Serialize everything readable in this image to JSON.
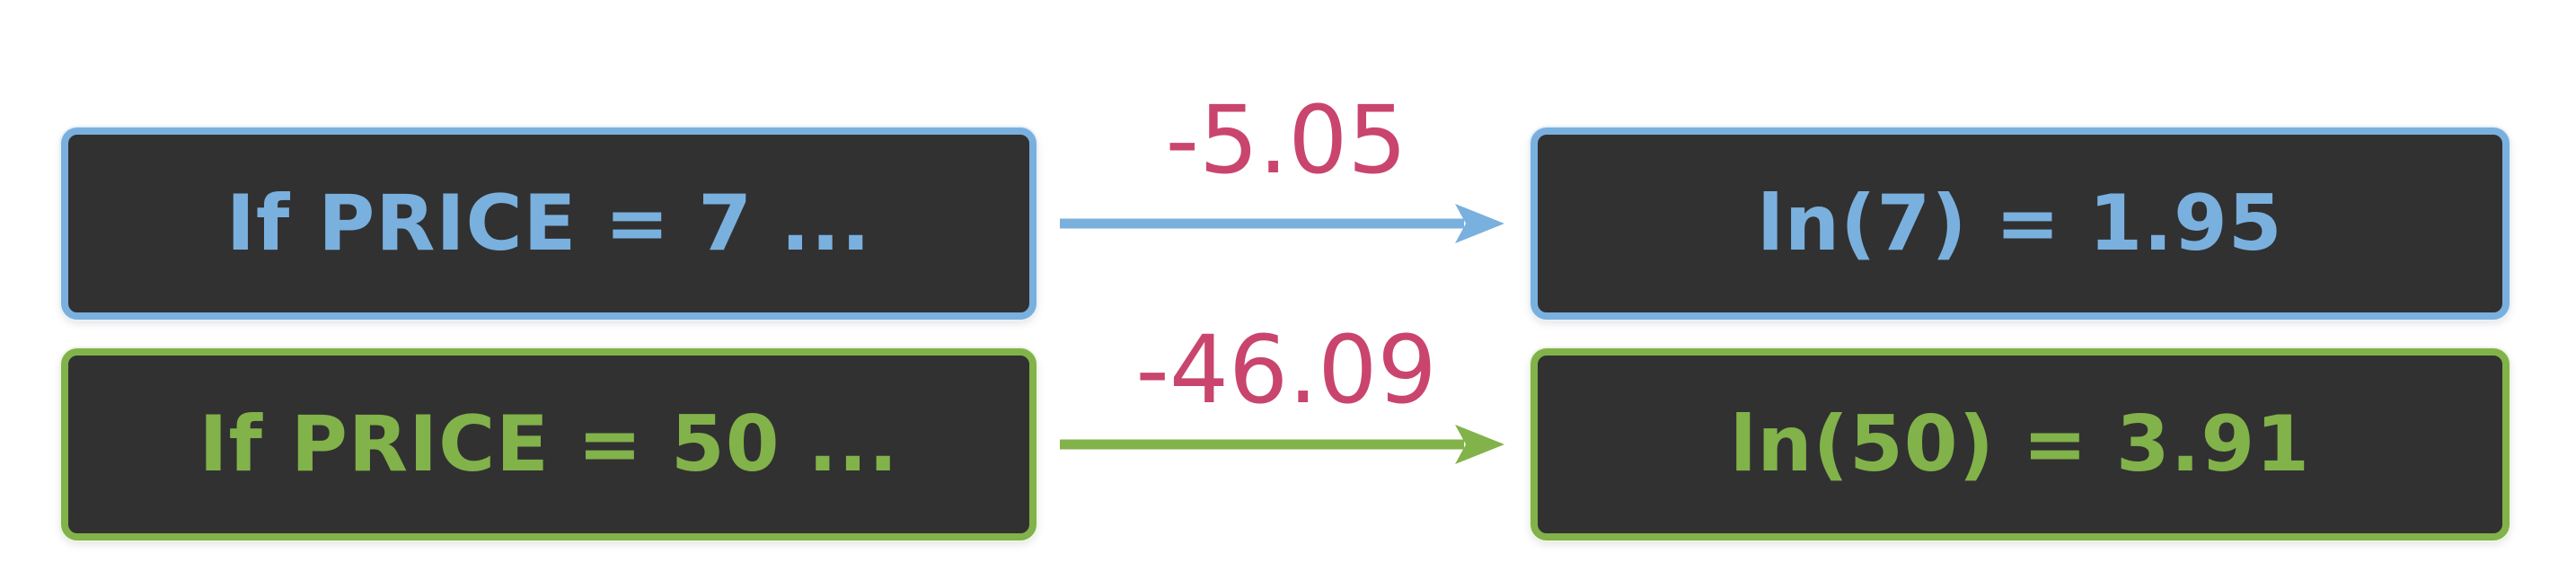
{
  "rows": [
    {
      "input_label": "If PRICE = 7 ...",
      "output_label": "ln(7) = 1.95",
      "change_label": "-5.05",
      "color": "#7ab0de"
    },
    {
      "input_label": "If PRICE = 50 ...",
      "output_label": "ln(50) = 3.91",
      "change_label": "-46.09",
      "color": "#82b24a"
    }
  ],
  "accent_change_color": "#c9456e",
  "box_fill": "#313131"
}
